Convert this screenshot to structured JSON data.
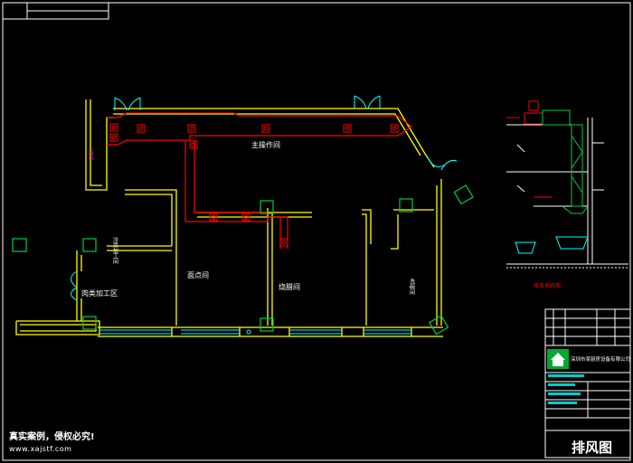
{
  "colors": {
    "background": "#000000",
    "wall": "#ffff00",
    "duct": "#ff0000",
    "window_glass": "#00ffff",
    "equipment": "#00cc44",
    "border": "#ffffff",
    "logo": "#00aa33"
  },
  "rooms": {
    "main_operation": "主操作间",
    "cold_room": "冷菜加工间",
    "pastry": "面点间",
    "cooking": "烧腊间",
    "meat_processing": "肉类加工区",
    "storage": "库房",
    "wash": "洗碗间"
  },
  "system_diagram": {
    "caption": "排风系统图"
  },
  "title_block": {
    "company": "深圳市某厨房设备有限公司",
    "logo_icon": "company-house-logo-icon",
    "drawing_title": "排风图"
  },
  "footer": {
    "watermark": "真实案例，侵权必究!",
    "website": "www.xajstf.com"
  }
}
